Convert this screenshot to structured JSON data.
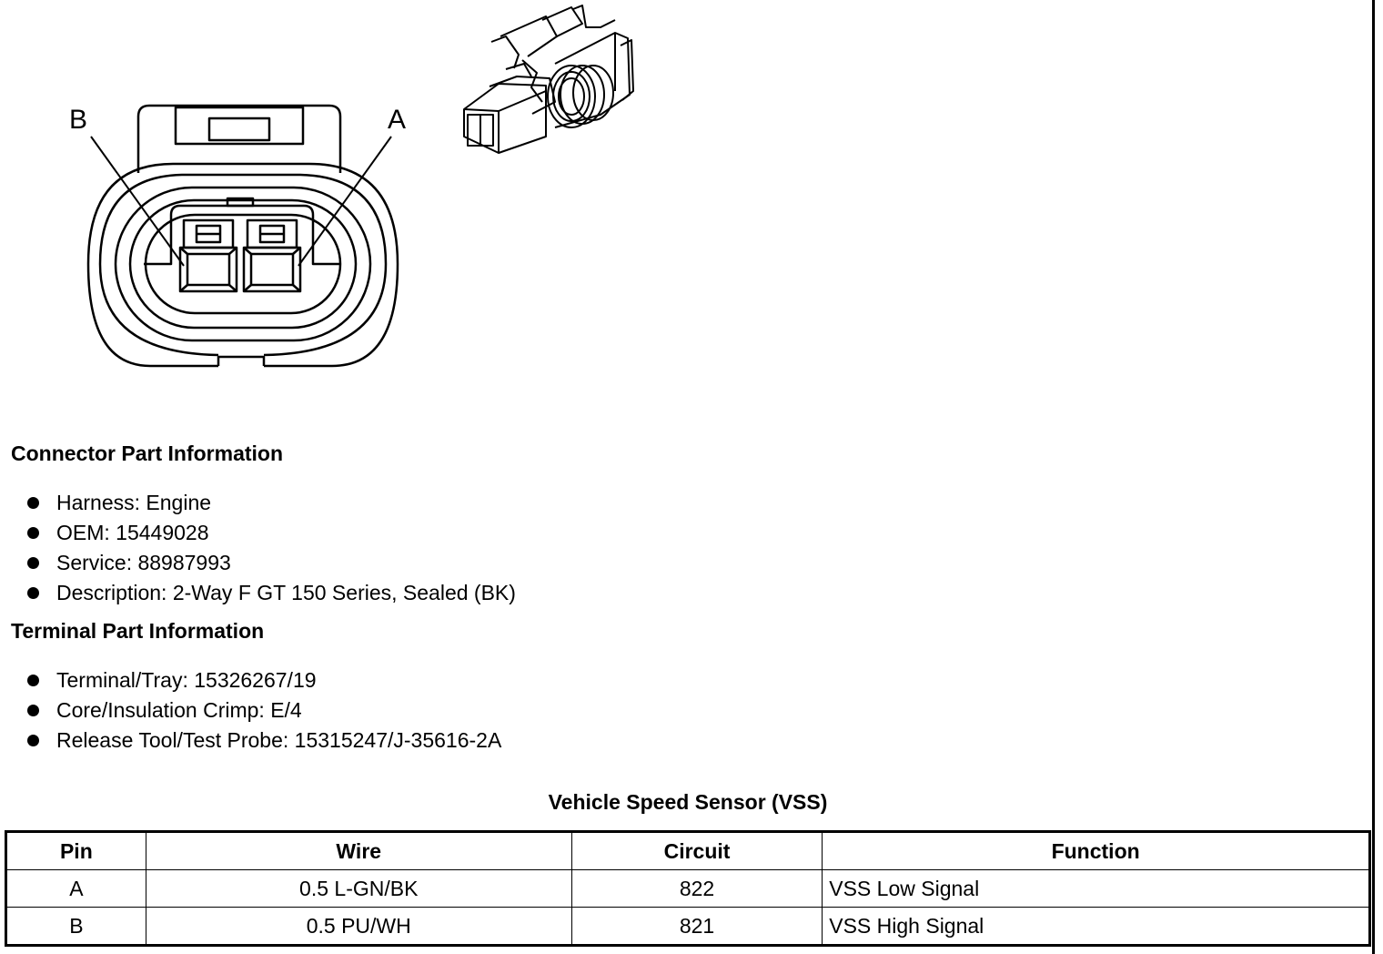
{
  "diagram": {
    "pin_labels": [
      "B",
      "A"
    ]
  },
  "connector_info": {
    "heading": "Connector Part Information",
    "items": [
      "Harness: Engine",
      "OEM: 15449028",
      "Service: 88987993",
      "Description: 2-Way F GT 150 Series, Sealed (BK)"
    ]
  },
  "terminal_info": {
    "heading": "Terminal Part Information",
    "items": [
      "Terminal/Tray: 15326267/19",
      "Core/Insulation Crimp: E/4",
      "Release Tool/Test Probe: 15315247/J-35616-2A"
    ]
  },
  "table": {
    "title": "Vehicle Speed Sensor (VSS)",
    "headers": [
      "Pin",
      "Wire",
      "Circuit",
      "Function"
    ],
    "rows": [
      [
        "A",
        "0.5 L-GN/BK",
        "822",
        "VSS Low Signal"
      ],
      [
        "B",
        "0.5 PU/WH",
        "821",
        "VSS High Signal"
      ]
    ]
  }
}
